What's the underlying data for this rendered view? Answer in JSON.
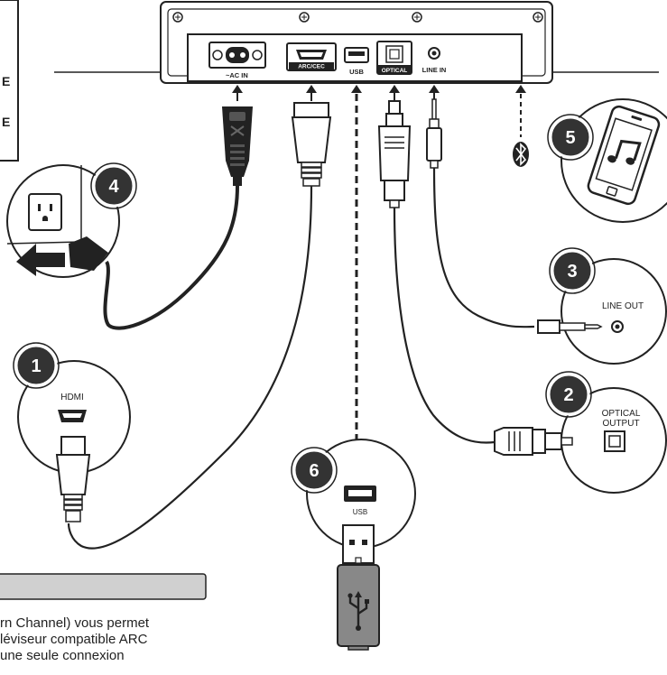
{
  "left_box": {
    "lines": [
      "E",
      "E"
    ]
  },
  "soundbar_ports": {
    "ac_in": "~AC IN",
    "arc_cec": "ARC/CEC",
    "usb": "USB",
    "optical": "OPTICAL",
    "line_in": "LINE IN"
  },
  "badges": [
    {
      "number": "1",
      "label": "HDMI"
    },
    {
      "number": "2",
      "label_line1": "OPTICAL",
      "label_line2": "OUTPUT"
    },
    {
      "number": "3",
      "label": "LINE OUT"
    },
    {
      "number": "4"
    },
    {
      "number": "5"
    },
    {
      "number": "6",
      "label": "USB"
    }
  ],
  "description": {
    "lines": [
      "rn Channel) vous permet",
      "léviseur compatible ARC",
      "une seule connexion"
    ]
  },
  "colors": {
    "ink": "#222222",
    "badge_fill": "#333333",
    "plug_gray": "#888888",
    "header_bar": "#d0d0d0"
  }
}
